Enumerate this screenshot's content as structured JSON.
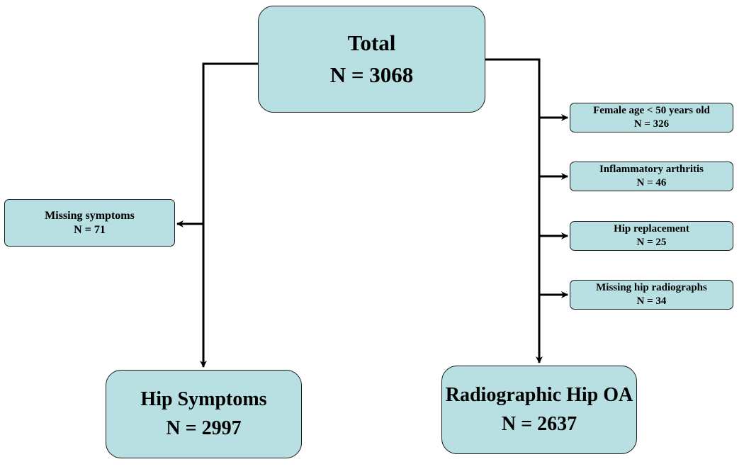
{
  "boxes": {
    "total": {
      "title": "Total",
      "count": "N = 3068"
    },
    "hip_symptoms": {
      "title": "Hip Symptoms",
      "count": "N = 2997"
    },
    "radiographic_hip_oa": {
      "title": "Radiographic Hip OA",
      "count": "N = 2637"
    },
    "missing_symptoms": {
      "title": "Missing symptoms",
      "count": "N = 71"
    },
    "exclusions": [
      {
        "title": "Female age < 50 years old",
        "count": "N = 326"
      },
      {
        "title": "Inflammatory arthritis",
        "count": "N = 46"
      },
      {
        "title": "Hip replacement",
        "count": "N = 25"
      },
      {
        "title": "Missing hip radiographs",
        "count": "N = 34"
      }
    ]
  },
  "colors": {
    "box_fill": "#b8e0e2",
    "box_border": "#1a1a1a",
    "connector": "#000000"
  }
}
